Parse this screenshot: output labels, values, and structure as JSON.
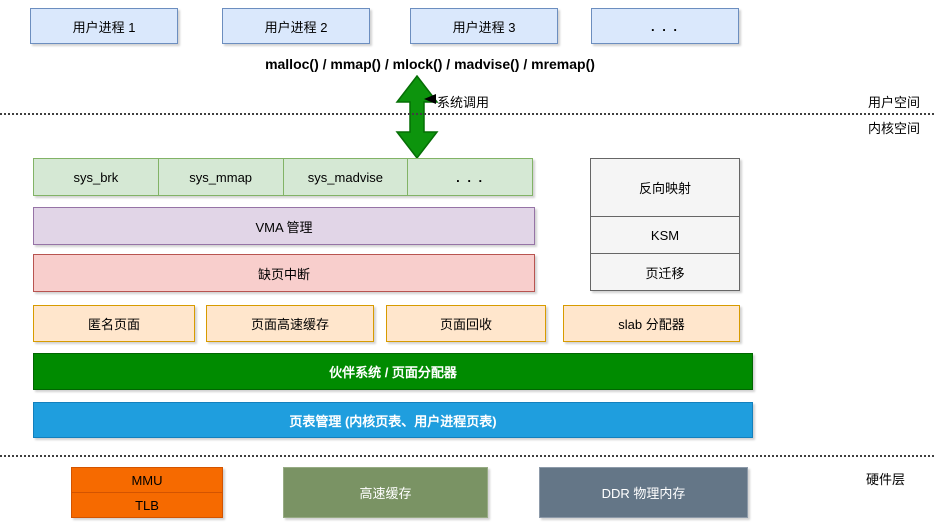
{
  "user_space": {
    "processes": [
      "用户进程 1",
      "用户进程 2",
      "用户进程 3",
      ". . ."
    ],
    "api_label": "malloc() / mmap() / mlock() / madvise() / mremap()",
    "syscall_label": "系统调用"
  },
  "labels": {
    "user_space": "用户空间",
    "kernel_space": "内核空间",
    "hardware": "硬件层"
  },
  "kernel": {
    "syscalls": [
      "sys_brk",
      "sys_mmap",
      "sys_madvise",
      ". . ."
    ],
    "vma": "VMA 管理",
    "page_fault": "缺页中断",
    "modules": [
      "匿名页面",
      "页面高速缓存",
      "页面回收",
      "slab 分配器"
    ],
    "buddy": "伙伴系统 / 页面分配器",
    "page_table": "页表管理 (内核页表、用户进程页表)",
    "side_modules": [
      "反向映射",
      "KSM",
      "页迁移"
    ]
  },
  "hardware": {
    "mmu": "MMU",
    "tlb": "TLB",
    "cache": "高速缓存",
    "ddr": "DDR 物理内存"
  },
  "colors": {
    "process_fill": "#dae8fc",
    "process_stroke": "#6c8ebf",
    "syscall_fill": "#d5e8d4",
    "syscall_stroke": "#82b366",
    "vma_fill": "#e1d5e7",
    "vma_stroke": "#9673a6",
    "fault_fill": "#f8cecc",
    "fault_stroke": "#b85450",
    "module_fill": "#ffe6cc",
    "module_stroke": "#d79b00",
    "side_fill": "#f5f5f5",
    "side_stroke": "#666666",
    "buddy_fill": "#008b00",
    "page_table_fill": "#1f9ede",
    "mmu_fill": "#f66a00",
    "cache_fill": "#7a9364",
    "ddr_fill": "#647687",
    "arrow_fill": "#0d940d"
  }
}
